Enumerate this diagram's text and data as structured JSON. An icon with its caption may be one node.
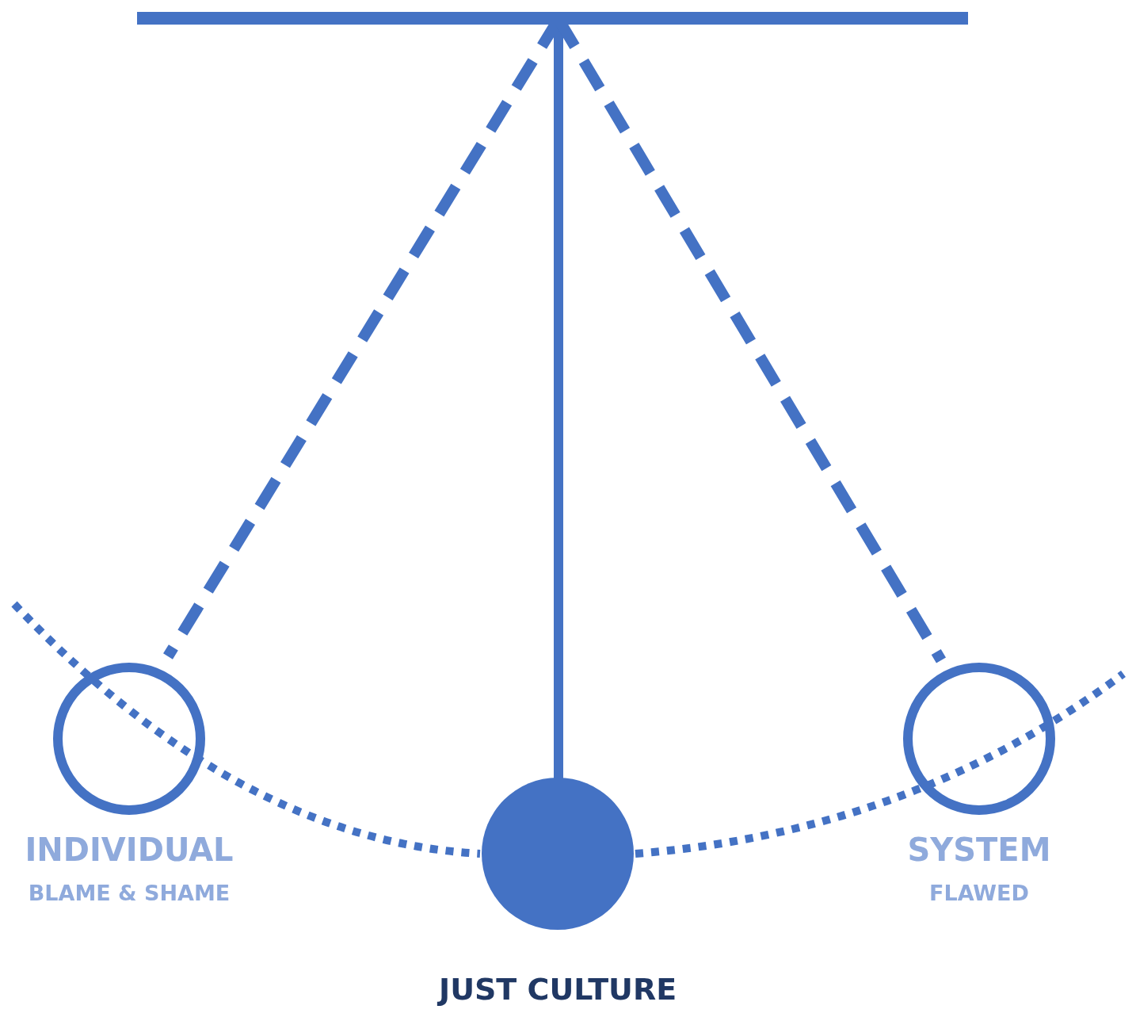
{
  "diagram": {
    "nodes": [
      {
        "text": [],
        "shape": "bar"
      },
      {
        "text": [
          "INDIVIDUAL",
          "BLAME & SHAME"
        ]
      },
      {
        "text": [
          "JUST CULTURE"
        ]
      },
      {
        "text": [
          "SYSTEM",
          "FLAWED"
        ]
      }
    ],
    "edges": [
      {
        "from": 0,
        "to": 1,
        "arrow": "none",
        "style": "dashed"
      },
      {
        "from": 0,
        "to": 2,
        "arrow": "none"
      },
      {
        "from": 0,
        "to": 3,
        "arrow": "none",
        "style": "dashed"
      }
    ]
  }
}
